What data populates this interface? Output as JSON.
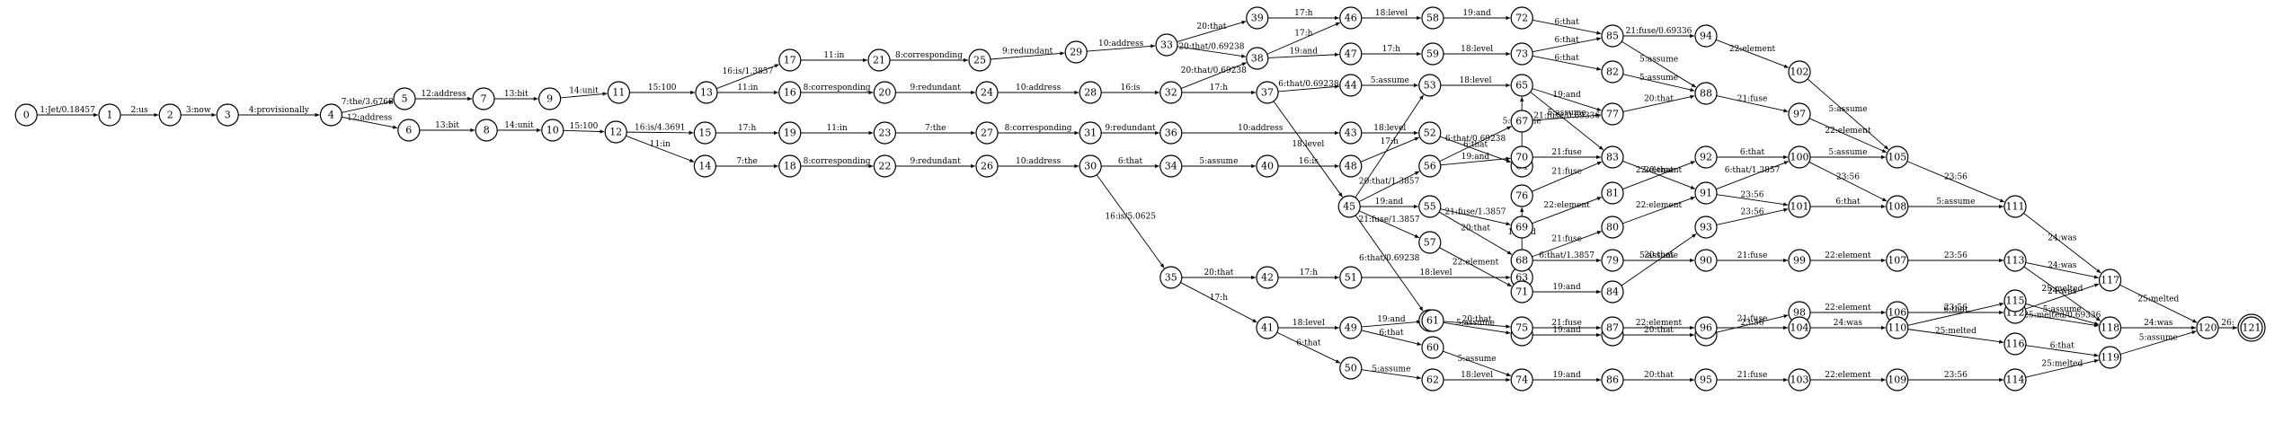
{
  "graph": {
    "start_state": "0",
    "final_state": "121",
    "states": [
      "0",
      "1",
      "2",
      "3",
      "4",
      "5",
      "6",
      "7",
      "8",
      "9",
      "10",
      "11",
      "12",
      "13",
      "14",
      "15",
      "16",
      "17",
      "18",
      "19",
      "20",
      "21",
      "22",
      "23",
      "24",
      "25",
      "26",
      "27",
      "28",
      "29",
      "30",
      "31",
      "32",
      "33",
      "34",
      "35",
      "36",
      "37",
      "38",
      "39",
      "40",
      "41",
      "42",
      "43",
      "44",
      "45",
      "46",
      "47",
      "48",
      "49",
      "50",
      "51",
      "52",
      "53",
      "54",
      "55",
      "56",
      "57",
      "58",
      "59",
      "60",
      "61",
      "62",
      "63",
      "64",
      "65",
      "66",
      "67",
      "68",
      "69",
      "70",
      "71",
      "72",
      "73",
      "74",
      "75",
      "76",
      "77",
      "78",
      "79",
      "80",
      "81",
      "82",
      "83",
      "84",
      "85",
      "86",
      "87",
      "88",
      "89",
      "90",
      "91",
      "92",
      "93",
      "94",
      "95",
      "96",
      "97",
      "98",
      "99",
      "100",
      "101",
      "102",
      "103",
      "104",
      "105",
      "106",
      "107",
      "108",
      "109",
      "110",
      "111",
      "112",
      "113",
      "114",
      "115",
      "116",
      "117",
      "118",
      "119",
      "120",
      "121"
    ],
    "edges": [
      {
        "from": "0",
        "to": "1",
        "label": "1:Jet/0.18457"
      },
      {
        "from": "1",
        "to": "2",
        "label": "2:us"
      },
      {
        "from": "2",
        "to": "3",
        "label": "3:now"
      },
      {
        "from": "3",
        "to": "4",
        "label": "4:provisionally"
      },
      {
        "from": "4",
        "to": "5",
        "label": "7:the/3.6768"
      },
      {
        "from": "4",
        "to": "6",
        "label": "12:address"
      },
      {
        "from": "5",
        "to": "7",
        "label": "12:address"
      },
      {
        "from": "6",
        "to": "8",
        "label": "13:bit"
      },
      {
        "from": "7",
        "to": "9",
        "label": "13:bit"
      },
      {
        "from": "8",
        "to": "10",
        "label": "14:unit"
      },
      {
        "from": "9",
        "to": "11",
        "label": "14:unit"
      },
      {
        "from": "10",
        "to": "12",
        "label": "15:100"
      },
      {
        "from": "11",
        "to": "13",
        "label": "15:100"
      },
      {
        "from": "12",
        "to": "15",
        "label": "16:is/4.3691"
      },
      {
        "from": "12",
        "to": "14",
        "label": "11:in"
      },
      {
        "from": "13",
        "to": "17",
        "label": "16:is/1.3857"
      },
      {
        "from": "13",
        "to": "16",
        "label": "11:in"
      },
      {
        "from": "15",
        "to": "19",
        "label": "17:h"
      },
      {
        "from": "14",
        "to": "18",
        "label": "7:the"
      },
      {
        "from": "17",
        "to": "21",
        "label": "11:in"
      },
      {
        "from": "16",
        "to": "20",
        "label": "8:corresponding"
      },
      {
        "from": "19",
        "to": "23",
        "label": "11:in"
      },
      {
        "from": "18",
        "to": "22",
        "label": "8:corresponding"
      },
      {
        "from": "21",
        "to": "25",
        "label": "8:corresponding"
      },
      {
        "from": "20",
        "to": "24",
        "label": "9:redundant"
      },
      {
        "from": "23",
        "to": "27",
        "label": "7:the"
      },
      {
        "from": "22",
        "to": "26",
        "label": "9:redundant"
      },
      {
        "from": "25",
        "to": "29",
        "label": "9:redundant"
      },
      {
        "from": "24",
        "to": "28",
        "label": "10:address"
      },
      {
        "from": "27",
        "to": "31",
        "label": "8:corresponding"
      },
      {
        "from": "26",
        "to": "30",
        "label": "10:address"
      },
      {
        "from": "29",
        "to": "33",
        "label": "10:address"
      },
      {
        "from": "28",
        "to": "32",
        "label": "16:is"
      },
      {
        "from": "31",
        "to": "36",
        "label": "9:redundant"
      },
      {
        "from": "30",
        "to": "34",
        "label": "6:that"
      },
      {
        "from": "30",
        "to": "35",
        "label": "16:is/5.0625"
      },
      {
        "from": "33",
        "to": "39",
        "label": "20:that"
      },
      {
        "from": "33",
        "to": "38",
        "label": "20:that/0.69238"
      },
      {
        "from": "32",
        "to": "38",
        "label": "20:that/0.69238"
      },
      {
        "from": "32",
        "to": "37",
        "label": "17:h"
      },
      {
        "from": "36",
        "to": "43",
        "label": "10:address"
      },
      {
        "from": "34",
        "to": "40",
        "label": "5:assume"
      },
      {
        "from": "35",
        "to": "42",
        "label": "20:that"
      },
      {
        "from": "35",
        "to": "41",
        "label": "17:h"
      },
      {
        "from": "39",
        "to": "46",
        "label": "17:h"
      },
      {
        "from": "38",
        "to": "46",
        "label": "17:h"
      },
      {
        "from": "38",
        "to": "47",
        "label": "19:and"
      },
      {
        "from": "37",
        "to": "44",
        "label": "6:that/0.69238"
      },
      {
        "from": "37",
        "to": "45",
        "label": "18:level"
      },
      {
        "from": "43",
        "to": "52",
        "label": "18:level"
      },
      {
        "from": "40",
        "to": "48",
        "label": "16:is"
      },
      {
        "from": "42",
        "to": "51",
        "label": "17:h"
      },
      {
        "from": "41",
        "to": "49",
        "label": "18:level"
      },
      {
        "from": "41",
        "to": "50",
        "label": "6:that"
      },
      {
        "from": "46",
        "to": "58",
        "label": "18:level"
      },
      {
        "from": "47",
        "to": "59",
        "label": "17:h"
      },
      {
        "from": "44",
        "to": "53",
        "label": "5:assume"
      },
      {
        "from": "45",
        "to": "53",
        "label": "17:h"
      },
      {
        "from": "45",
        "to": "56",
        "label": "20:that/1.3857"
      },
      {
        "from": "45",
        "to": "55",
        "label": "19:and"
      },
      {
        "from": "45",
        "to": "57",
        "label": "21:fuse/1.3857"
      },
      {
        "from": "45",
        "to": "54",
        "label": "6:that/0.69238"
      },
      {
        "from": "52",
        "to": "64",
        "label": "6:that"
      },
      {
        "from": "48",
        "to": "52",
        "label": ""
      },
      {
        "from": "51",
        "to": "63",
        "label": "18:level"
      },
      {
        "from": "49",
        "to": "61",
        "label": "19:and"
      },
      {
        "from": "49",
        "to": "60",
        "label": "6:that"
      },
      {
        "from": "50",
        "to": "62",
        "label": "5:assume"
      },
      {
        "from": "58",
        "to": "72",
        "label": "19:and"
      },
      {
        "from": "59",
        "to": "73",
        "label": "18:level"
      },
      {
        "from": "53",
        "to": "65",
        "label": "18:level"
      },
      {
        "from": "56",
        "to": "67",
        "label": "6:that/0.69238"
      },
      {
        "from": "56",
        "to": "70",
        "label": "19:and"
      },
      {
        "from": "55",
        "to": "69",
        "label": "21:fuse/1.3857"
      },
      {
        "from": "55",
        "to": "68",
        "label": "20:that"
      },
      {
        "from": "57",
        "to": "71",
        "label": "22:element"
      },
      {
        "from": "54",
        "to": "66",
        "label": "5:assume"
      },
      {
        "from": "64",
        "to": "65",
        "label": "5:assume"
      },
      {
        "from": "63",
        "to": "76",
        "label": "19:and"
      },
      {
        "from": "61",
        "to": "75",
        "label": "20:that"
      },
      {
        "from": "60",
        "to": "74",
        "label": "5:assume"
      },
      {
        "from": "62",
        "to": "74",
        "label": "18:level"
      },
      {
        "from": "72",
        "to": "85",
        "label": "6:that"
      },
      {
        "from": "73",
        "to": "85",
        "label": "6:that"
      },
      {
        "from": "73",
        "to": "82",
        "label": "6:that"
      },
      {
        "from": "65",
        "to": "77",
        "label": "19:and"
      },
      {
        "from": "65",
        "to": "83",
        "label": "21:fuse/0.69336"
      },
      {
        "from": "67",
        "to": "77",
        "label": "5:assume"
      },
      {
        "from": "70",
        "to": "83",
        "label": "21:fuse"
      },
      {
        "from": "76",
        "to": "83",
        "label": "21:fuse"
      },
      {
        "from": "69",
        "to": "81",
        "label": "22:element"
      },
      {
        "from": "68",
        "to": "80",
        "label": "21:fuse"
      },
      {
        "from": "68",
        "to": "79",
        "label": "6:that/1.3857"
      },
      {
        "from": "71",
        "to": "84",
        "label": "19:and"
      },
      {
        "from": "66",
        "to": "78",
        "label": "19:and"
      },
      {
        "from": "75",
        "to": "87",
        "label": "21:fuse"
      },
      {
        "from": "74",
        "to": "86",
        "label": "19:and"
      },
      {
        "from": "85",
        "to": "94",
        "label": "21:fuse/0.69336"
      },
      {
        "from": "85",
        "to": "88",
        "label": "5:assume"
      },
      {
        "from": "82",
        "to": "88",
        "label": "5:assume"
      },
      {
        "from": "77",
        "to": "88",
        "label": "20:that"
      },
      {
        "from": "83",
        "to": "91",
        "label": "22:element"
      },
      {
        "from": "81",
        "to": "92",
        "label": "20:that"
      },
      {
        "from": "80",
        "to": "91",
        "label": "22:element"
      },
      {
        "from": "79",
        "to": "90",
        "label": "5:assume"
      },
      {
        "from": "84",
        "to": "93",
        "label": "20:that"
      },
      {
        "from": "78",
        "to": "89",
        "label": "20:that"
      },
      {
        "from": "87",
        "to": "96",
        "label": "22:element"
      },
      {
        "from": "86",
        "to": "95",
        "label": "20:that"
      },
      {
        "from": "94",
        "to": "102",
        "label": "22:element"
      },
      {
        "from": "88",
        "to": "97",
        "label": "21:fuse"
      },
      {
        "from": "92",
        "to": "100",
        "label": "6:that"
      },
      {
        "from": "91",
        "to": "100",
        "label": "6:that/1.3857"
      },
      {
        "from": "91",
        "to": "101",
        "label": "23:56"
      },
      {
        "from": "93",
        "to": "101",
        "label": "23:56"
      },
      {
        "from": "90",
        "to": "99",
        "label": "21:fuse"
      },
      {
        "from": "89",
        "to": "98",
        "label": "21:fuse"
      },
      {
        "from": "96",
        "to": "104",
        "label": "23:56"
      },
      {
        "from": "95",
        "to": "103",
        "label": "21:fuse"
      },
      {
        "from": "102",
        "to": "105",
        "label": "5:assume"
      },
      {
        "from": "97",
        "to": "105",
        "label": "22:element"
      },
      {
        "from": "100",
        "to": "105",
        "label": "5:assume"
      },
      {
        "from": "100",
        "to": "108",
        "label": "23:56"
      },
      {
        "from": "101",
        "to": "108",
        "label": "6:that"
      },
      {
        "from": "99",
        "to": "107",
        "label": "22:element"
      },
      {
        "from": "98",
        "to": "106",
        "label": "22:element"
      },
      {
        "from": "104",
        "to": "110",
        "label": "24:was"
      },
      {
        "from": "103",
        "to": "109",
        "label": "22:element"
      },
      {
        "from": "105",
        "to": "111",
        "label": "23:56"
      },
      {
        "from": "108",
        "to": "111",
        "label": "5:assume"
      },
      {
        "from": "107",
        "to": "113",
        "label": "23:56"
      },
      {
        "from": "106",
        "to": "112",
        "label": "23:56"
      },
      {
        "from": "110",
        "to": "115",
        "label": "6:that"
      },
      {
        "from": "110",
        "to": "116",
        "label": "25:melted"
      },
      {
        "from": "109",
        "to": "114",
        "label": "23:56"
      },
      {
        "from": "111",
        "to": "117",
        "label": "24:was"
      },
      {
        "from": "113",
        "to": "117",
        "label": "24:was"
      },
      {
        "from": "113",
        "to": "118",
        "label": "25:melted"
      },
      {
        "from": "112",
        "to": "117",
        "label": "24:was"
      },
      {
        "from": "112",
        "to": "118",
        "label": "25:melted/0.69336"
      },
      {
        "from": "115",
        "to": "118",
        "label": "5:assume"
      },
      {
        "from": "116",
        "to": "119",
        "label": "6:that"
      },
      {
        "from": "114",
        "to": "119",
        "label": "25:melted"
      },
      {
        "from": "117",
        "to": "120",
        "label": "25:melted"
      },
      {
        "from": "118",
        "to": "120",
        "label": "24:was"
      },
      {
        "from": "119",
        "to": "120",
        "label": "5:assume"
      },
      {
        "from": "120",
        "to": "121",
        "label": "26:"
      }
    ]
  }
}
